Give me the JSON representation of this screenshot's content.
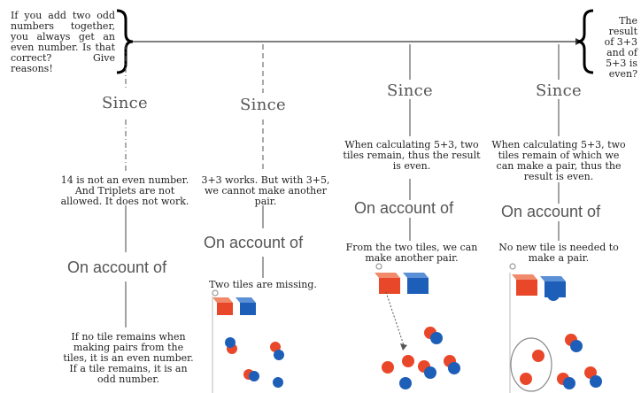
{
  "start_question": "If you add two odd numbers together, you always get an even number. Is that correct? Give reasons!",
  "end_question": "The result of 3+3 and of 5+3 is even?",
  "since": "Since",
  "on_account_of": "On account of",
  "col1": {
    "claim": "14 is not an even number. And Triplets are not allowed. It does not work.",
    "reason": "If no tile remains when making pairs from the tiles, it is an even number. If a tile remains, it is an odd number."
  },
  "col2": {
    "claim": "3+3 works. But with 3+5, we cannot make another pair.",
    "reason": "Two tiles are missing."
  },
  "col3": {
    "claim": "When calculating 5+3, two tiles remain, thus the result is even.",
    "reason": "From the two tiles, we can make another pair."
  },
  "col4": {
    "claim": "When calculating 5+3, two tiles remain of which we can make a pair, thus the result is even.",
    "reason": "No new tile is needed to make a pair."
  },
  "colors": {
    "red": "#e8472a",
    "blue": "#1d5fb8",
    "line": "#444444"
  }
}
